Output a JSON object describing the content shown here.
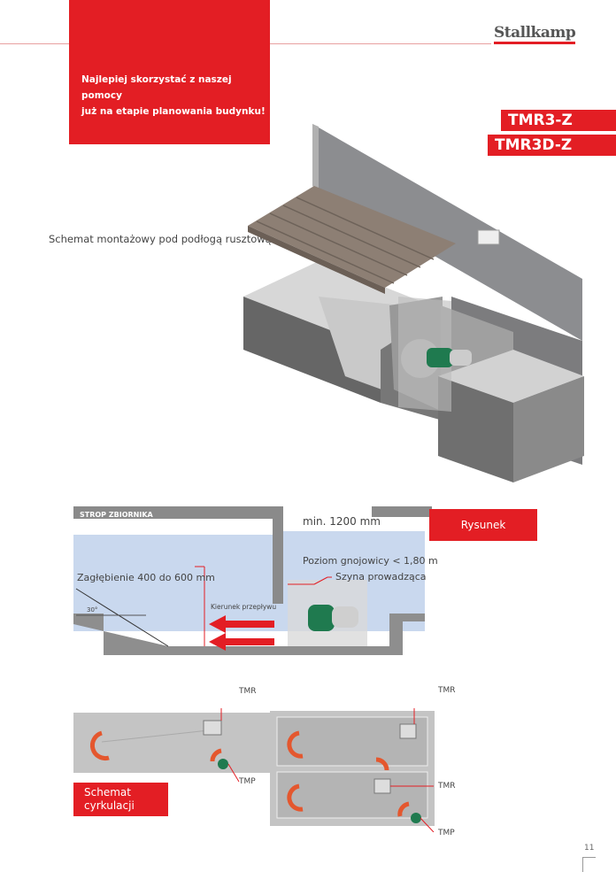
{
  "brand": {
    "logo": "Stallkamp"
  },
  "intro": {
    "line1": "Najlepiej skorzystać z naszej pomocy",
    "line2": "już na etapie planowania budynku!"
  },
  "models": [
    "TMR3-Z",
    "TMR3D-Z"
  ],
  "iso": {
    "caption": "Schemat montażowy pod podłogą rusztową"
  },
  "section": {
    "title": "Rysunek montażowy",
    "ceiling": "STROP ZBIORNIKA",
    "min_height": "min. 1200 mm",
    "level": "Poziom gnojowicy < 1,80 m",
    "rail": "Szyna prowadząca",
    "depression": "Zagłębienie 400 do 600 mm",
    "flow": "Kierunek przepływu",
    "angle": "30°"
  },
  "circulation": {
    "title_line1": "Schemat",
    "title_line2": "cyrkulacji",
    "left": {
      "tmr": "TMR",
      "tmp": "TMP"
    },
    "right": {
      "tmr1": "TMR",
      "tmr2": "TMR",
      "tmp": "TMP"
    }
  },
  "page_number": "11",
  "colors": {
    "accent": "#e31e24",
    "slurry": "#c9d8ee",
    "concrete": "#8a8a8a"
  }
}
